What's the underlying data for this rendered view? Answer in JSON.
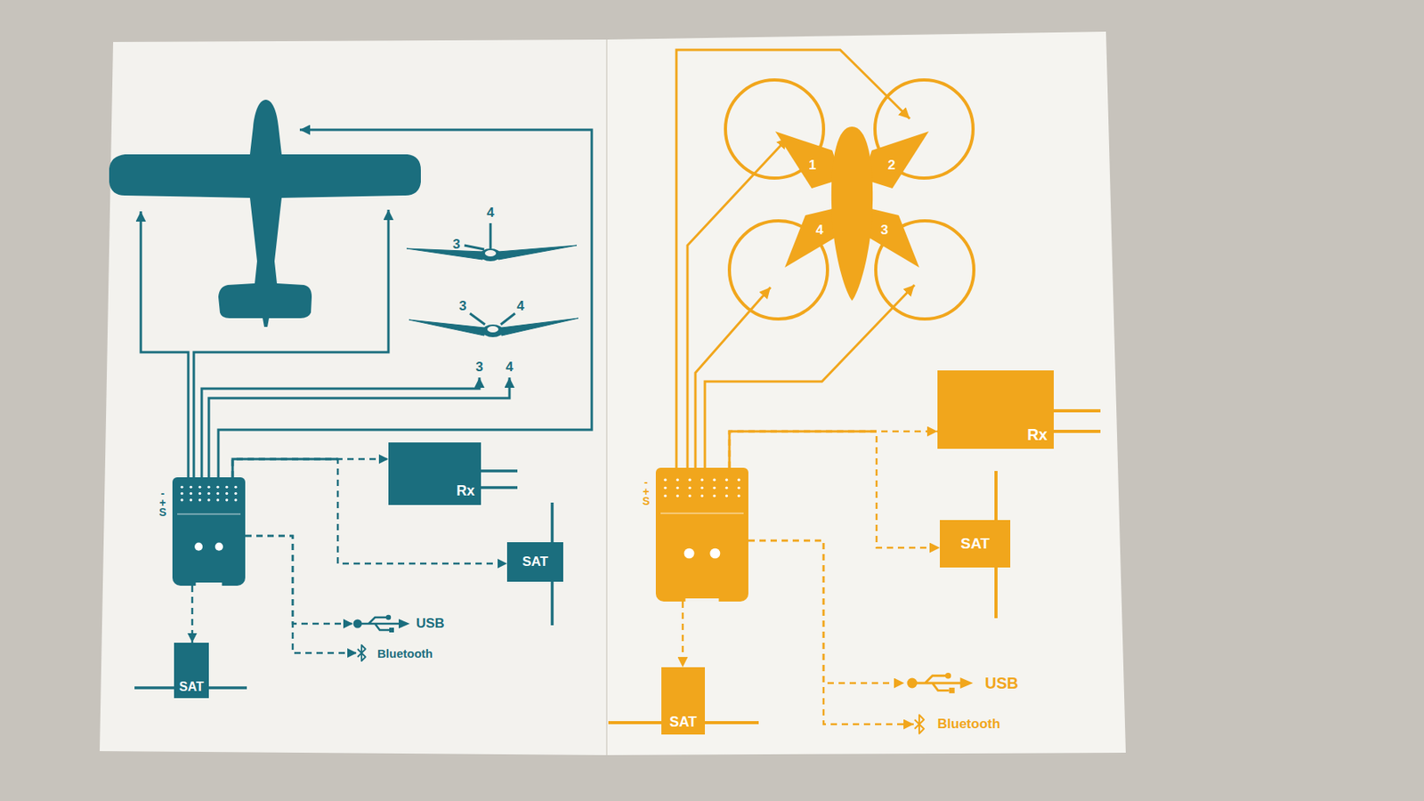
{
  "diagram": {
    "nodes": [
      {
        "text": [
          "-",
          "+",
          "S"
        ]
      },
      {
        "text": [
          "Rx"
        ]
      },
      {
        "text": [
          "SAT"
        ]
      },
      {
        "text": [
          "SAT"
        ]
      },
      {
        "text": [
          "USB"
        ]
      },
      {
        "text": [
          "Bluetooth"
        ]
      },
      {
        "text": [
          "-",
          "+",
          "S"
        ]
      },
      {
        "text": [
          "Rx"
        ]
      },
      {
        "text": [
          "SAT"
        ]
      },
      {
        "text": [
          "SAT"
        ]
      },
      {
        "text": [
          "USB"
        ]
      },
      {
        "text": [
          "Bluetooth"
        ]
      }
    ],
    "edges": [
      {
        "from": 0,
        "to": 1,
        "arrow": "to"
      },
      {
        "from": 0,
        "to": 2,
        "arrow": "to"
      },
      {
        "from": 0,
        "to": 3,
        "arrow": "to"
      },
      {
        "from": 0,
        "to": 4,
        "arrow": "to"
      },
      {
        "from": 0,
        "to": 5,
        "arrow": "to"
      },
      {
        "from": 6,
        "to": 7,
        "arrow": "to"
      },
      {
        "from": 6,
        "to": 8,
        "arrow": "to"
      },
      {
        "from": 6,
        "to": 9,
        "arrow": "to"
      },
      {
        "from": 6,
        "to": 10,
        "arrow": "to"
      },
      {
        "from": 6,
        "to": 11,
        "arrow": "to"
      }
    ],
    "labels": [
      "4",
      "3",
      "3",
      "4",
      "3",
      "4",
      "1",
      "2",
      "4",
      "3"
    ]
  }
}
